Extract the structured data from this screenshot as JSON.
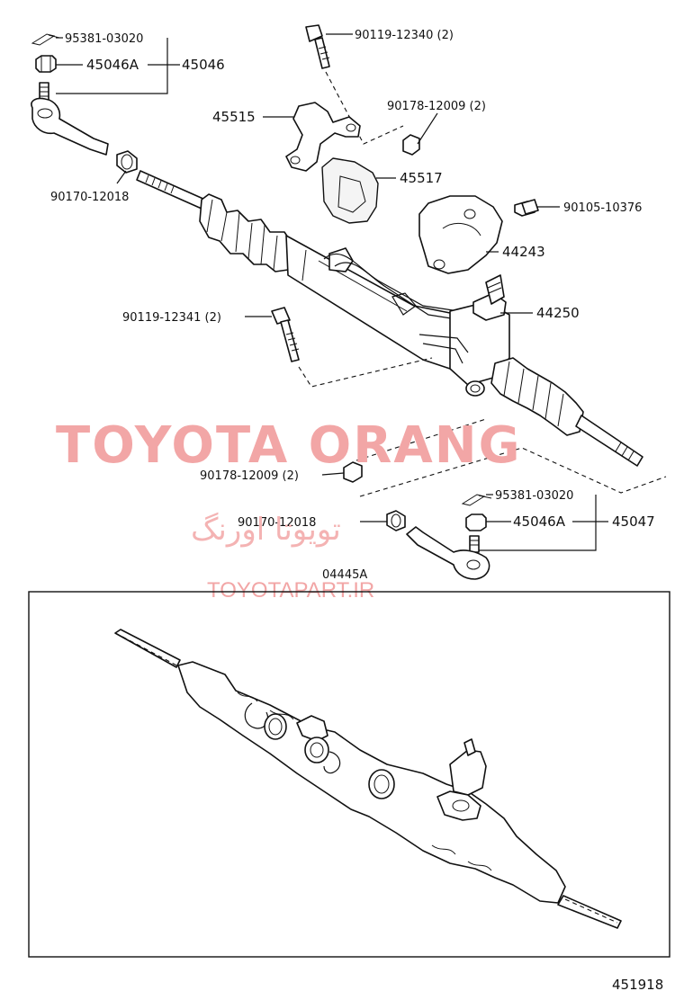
{
  "labels": {
    "cotter_pin_top": "95381-03020",
    "nut_top": "45046A",
    "tie_rod_end_top": "45046",
    "bolt_top": "90119-12340 (2)",
    "bracket": "45515",
    "nut_bracket": "90178-12009 (2)",
    "bushing": "45517",
    "bolt_cover": "90105-10376",
    "cover": "44243",
    "boot_clamp_top": "90170-12018",
    "gear_assy": "44250",
    "bolt_left": "90119-12341 (2)",
    "nut_bottom": "90178-12009 (2)",
    "cotter_pin_bottom": "95381-03020",
    "nut_bottom_right": "45046A",
    "tie_rod_end_bottom": "45047",
    "boot_clamp_bottom": "90170-12018",
    "kit": "04445A"
  },
  "watermark": {
    "title": "TOYOTA ORANG",
    "persian": "تویوتا اورنگ",
    "url": "TOYOTAPART.IR"
  },
  "figure_number": "451918"
}
